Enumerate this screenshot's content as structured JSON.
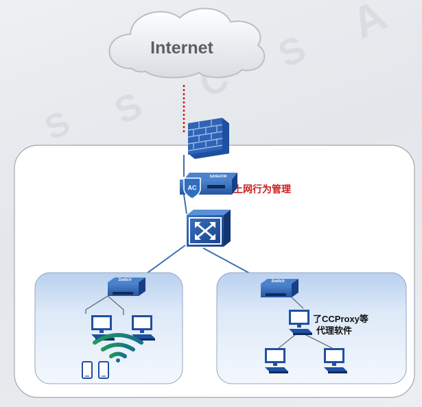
{
  "internet": {
    "label": "Internet"
  },
  "watermark": {
    "letters": [
      "A",
      "S",
      "S",
      "C",
      "S"
    ]
  },
  "ac_device": {
    "badge": "AC",
    "brand": "SANGFOR",
    "annotation": "上网行为管理"
  },
  "switches": [
    {
      "label": "Switch"
    },
    {
      "label": "Switch"
    }
  ],
  "proxy_note": {
    "line1": "了CCProxy等",
    "line2": "代理软件"
  },
  "colors": {
    "accent_red": "#cc1f1f",
    "device_blue": "#1f4fa0",
    "link_blue": "#3b6fb5",
    "zone_fill": "#d5e4f7",
    "wifi_green": "#1d8b52"
  }
}
